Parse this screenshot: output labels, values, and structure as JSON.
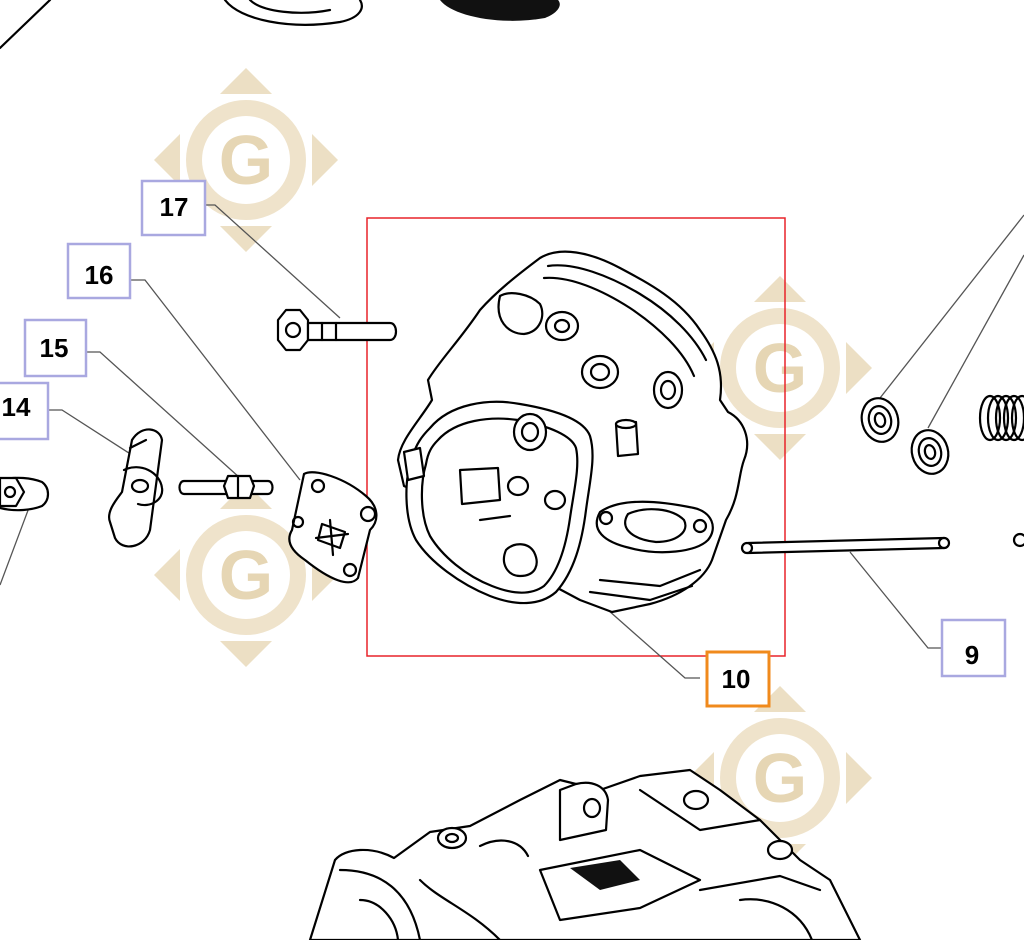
{
  "callouts": [
    {
      "id": "17",
      "label": "17",
      "state": "default"
    },
    {
      "id": "16",
      "label": "16",
      "state": "default"
    },
    {
      "id": "15",
      "label": "15",
      "state": "default"
    },
    {
      "id": "14",
      "label": "14",
      "state": "default"
    },
    {
      "id": "10",
      "label": "10",
      "state": "selected"
    },
    {
      "id": "9",
      "label": "9",
      "state": "default"
    }
  ],
  "watermark": {
    "letter": "G",
    "color": "#e9dcc0"
  },
  "colors": {
    "callout_border": "#a9a8e0",
    "selected_border": "#f08a1c",
    "highlight_box": "#e8232a"
  },
  "icons": {
    "watermark": "g-diamond-logo-icon"
  }
}
